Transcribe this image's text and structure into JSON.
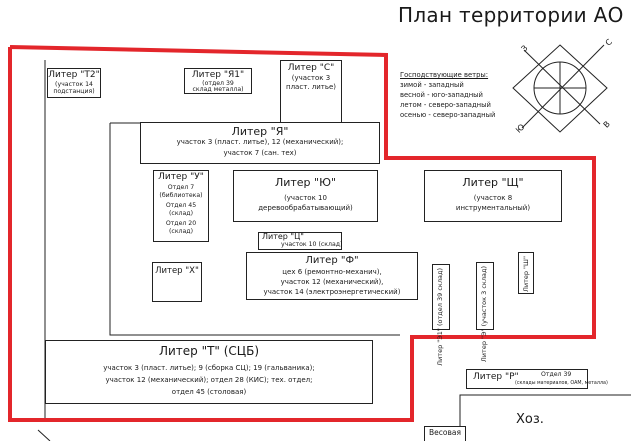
{
  "title": "План территории АО",
  "winds": {
    "header": "Господствующие ветры:",
    "lines": [
      "зимой - западный",
      "весной - юго-западный",
      "летом - северо-западный",
      "осенью - северо-западный"
    ]
  },
  "compass": {
    "labels": [
      "С",
      "Ю",
      "З",
      "В"
    ]
  },
  "buildings": {
    "t2": {
      "label": "Литер \"Т2\"",
      "lines": [
        "(участок 14",
        "подстанция)"
      ]
    },
    "ya1": {
      "label": "Литер \"Я1\"",
      "lines": [
        "(отдел 39",
        "склад металла)"
      ]
    },
    "s": {
      "label": "Литер \"С\"",
      "lines": [
        "(участок 3",
        "пласт. литье)"
      ]
    },
    "ya": {
      "label": "Литер \"Я\"",
      "lines": [
        "участок 3 (пласт. литье), 12 (механический);",
        "участок 7 (сан. тех)"
      ]
    },
    "u": {
      "label": "Литер \"У\"",
      "lines": [
        "Отдел 7",
        "(библиотека)",
        "Отдел 45",
        "(склад)",
        "Отдел 20",
        "(склад)"
      ]
    },
    "yu": {
      "label": "Литер \"Ю\"",
      "lines": [
        "(участок 10",
        "деревообрабатывающий)"
      ]
    },
    "shch": {
      "label": "Литер \"Щ\"",
      "lines": [
        "(участок 8",
        "инструментальный)"
      ]
    },
    "ts": {
      "label": "Литер \"Ц\"",
      "lines": [
        "участок 10 (склад)"
      ]
    },
    "kh": {
      "label": "Литер \"Х\""
    },
    "f": {
      "label": "Литер \"Ф\"",
      "lines": [
        "цех 6 (ремонтно-механич),",
        "участок 12 (механический),",
        "участок 14 (электроэнергетический)"
      ]
    },
    "e1": {
      "text": "Литер \"Э1\" (отдел 39 склад)"
    },
    "e": {
      "text": "Литер \"Э\" (участок 3 склад)"
    },
    "sh": {
      "text": "Литер \"Ш\""
    },
    "t": {
      "label": "Литер \"Т\" (СЦБ)",
      "lines": [
        "участок 3 (пласт. литье); 9 (сборка СЦ); 19 (гальваника);",
        "участок 12 (механический); отдел 28 (КИС); тех. отдел;",
        "отдел 45 (столовая)"
      ]
    },
    "r": {
      "label": "Литер \"Р\"",
      "sub": "Отдел 39",
      "sub2": "(склады материалов, ОАМ, металла)"
    },
    "khoz": {
      "label": "Хоз."
    },
    "vesovaya": {
      "label": "Весовая"
    }
  }
}
